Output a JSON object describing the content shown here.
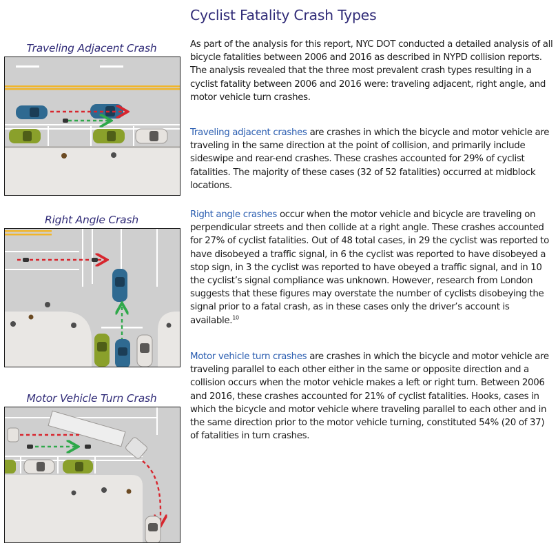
{
  "heading": "Cyclist Fatality Crash Types",
  "captions": {
    "traveling_adjacent": "Traveling Adjacent Crash",
    "right_angle": "Right Angle Crash",
    "motor_vehicle_turn": "Motor Vehicle Turn Crash"
  },
  "paragraphs": {
    "intro": "As part of the analysis for this report, NYC DOT conducted a detailed analysis of all bicycle fatalities between 2006 and 2016 as described in NYPD collision reports. The analysis revealed that the three most prevalent crash types resulting in a cyclist fatality between 2006 and 2016 were: traveling adjacent, right angle, and motor vehicle turn crashes.",
    "traveling_adjacent": {
      "lead": "Traveling adjacent crashes",
      "body": " are crashes in which the bicycle and motor vehicle are traveling in the same direction at the point of collision, and primarily include sideswipe and rear-end crashes. These crashes accounted for 29% of cyclist fatalities. The majority of these cases (32 of 52 fatalities) occurred at midblock locations."
    },
    "right_angle": {
      "lead": "Right angle crashes",
      "body": " occur when the motor vehicle and bicycle are traveling on perpendicular streets and then collide at a right angle. These crashes accounted for 27% of cyclist fatalities. Out of 48 total cases, in 29 the cyclist was reported to have disobeyed a traffic signal, in 6 the cyclist was reported to have disobeyed a stop sign, in 3 the cyclist was reported to have obeyed a traffic signal, and in 10 the cyclist’s signal compliance was unknown. However, research from London suggests that these figures may overstate the number of cyclists disobeying the signal prior to a fatal crash, as in these cases only the driver’s account is available.",
      "footnote": "10"
    },
    "motor_vehicle_turn": {
      "lead": "Motor vehicle turn crashes",
      "body": " are crashes in which the bicycle and motor vehicle are traveling parallel to each other either in the same or opposite direction and a collision occurs when the motor vehicle makes a left or right turn. Between 2006 and 2016, these crashes accounted for 21% of cyclist fatalities. Hooks, cases in which the bicycle and motor vehicle where traveling parallel to each other and in the same direction prior to the motor vehicle turning, constituted 54% (20 of 37) of fatalities in turn crashes."
    }
  },
  "colors": {
    "heading": "#312c78",
    "lead_in": "#2a5db0",
    "car_blue": "#2f6a91",
    "car_green": "#8aa02b",
    "car_white": "#e6e3df",
    "arrow_red": "#d7262e",
    "arrow_green": "#2fa84a",
    "road": "#cfcfcf",
    "sidewalk": "#e9e7e4",
    "yellow_line": "#f0b52b"
  }
}
